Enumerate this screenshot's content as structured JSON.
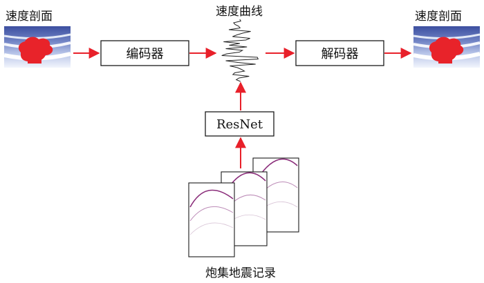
{
  "title_velocity_curve": "速度曲线",
  "label_velocity_section_in": "速度剖面",
  "label_velocity_section_out": "速度剖面",
  "encoder_label": "编码器",
  "decoder_label": "解码器",
  "resnet_label": "ResNet",
  "shot_records_label": "炮集地震记录",
  "colors": {
    "arrow": "#e8202a",
    "box_border": "#1a1a1a",
    "anomaly": "#e8232a",
    "velocity_top": "#3c4fa0",
    "velocity_mid": "#8fa2d6",
    "velocity_light": "#dfe6f6",
    "velocity_curve": "#222222"
  }
}
